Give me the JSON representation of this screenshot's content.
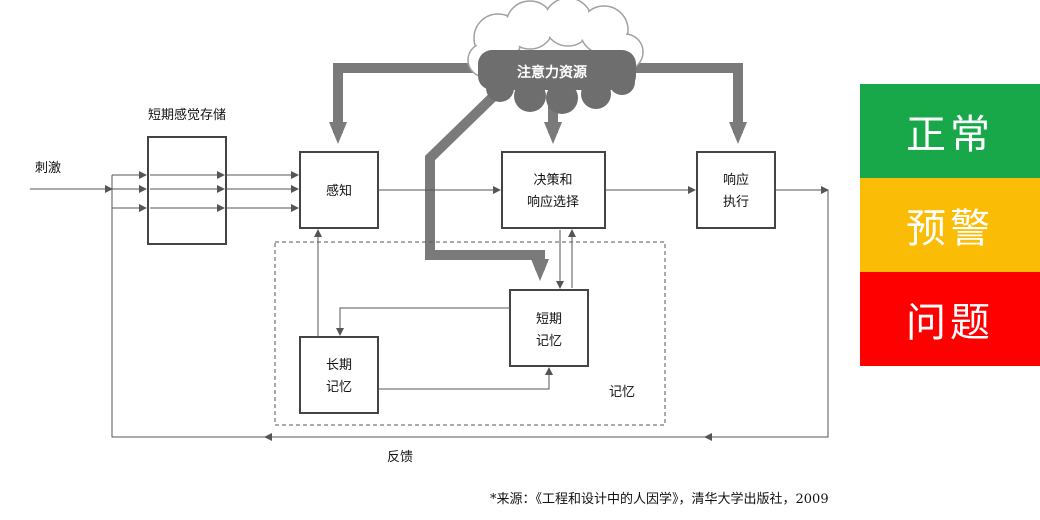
{
  "diagram": {
    "stimulus": "刺激",
    "sensory_store": "短期感觉存储",
    "attention": "注意力资源",
    "perception": "感知",
    "decision": [
      "决策和",
      "响应选择"
    ],
    "response": [
      "响应",
      "执行"
    ],
    "stm": [
      "短期",
      "记忆"
    ],
    "ltm": [
      "长期",
      "记忆"
    ],
    "memory": "记忆",
    "feedback": "反馈"
  },
  "status": [
    {
      "label": "正常",
      "color": "#18a84a"
    },
    {
      "label": "预警",
      "color": "#fbbc05"
    },
    {
      "label": "问题",
      "color": "#ff0000"
    }
  ],
  "source": "*来源：《工程和设计中的人因学》，清华大学出版社，2009"
}
